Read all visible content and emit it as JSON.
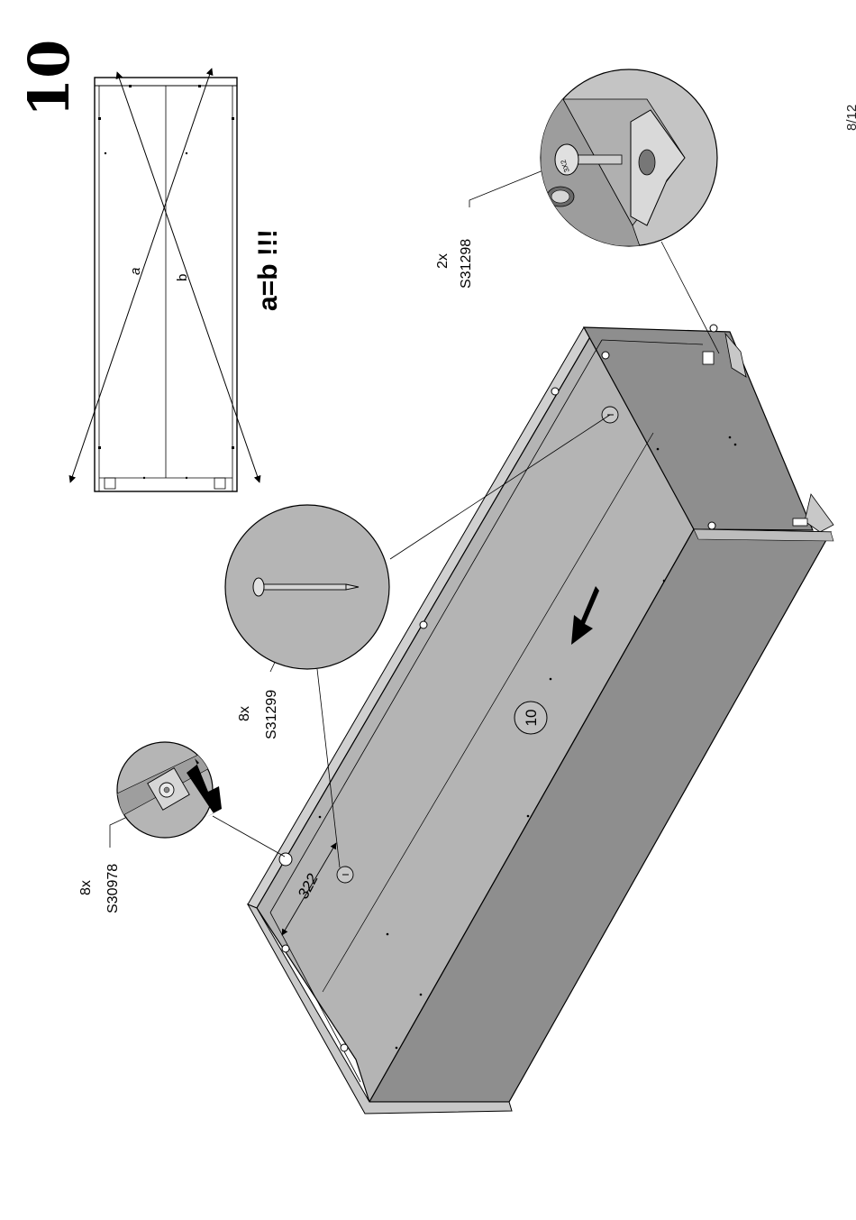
{
  "step": {
    "number": "10"
  },
  "page": {
    "indicator": "8/12"
  },
  "check": {
    "diag_a": "a",
    "diag_b": "b",
    "equation": "a=b !!!"
  },
  "parts": {
    "screw_bracket": {
      "qty": "2x",
      "code": "S31298"
    },
    "nail": {
      "qty": "8x",
      "code": "S31299"
    },
    "fitting": {
      "qty": "8x",
      "code": "S30978"
    }
  },
  "panel": {
    "label": "10"
  },
  "dimension": {
    "value": "322"
  },
  "insets": {
    "screw_head_mark": "3X2"
  }
}
